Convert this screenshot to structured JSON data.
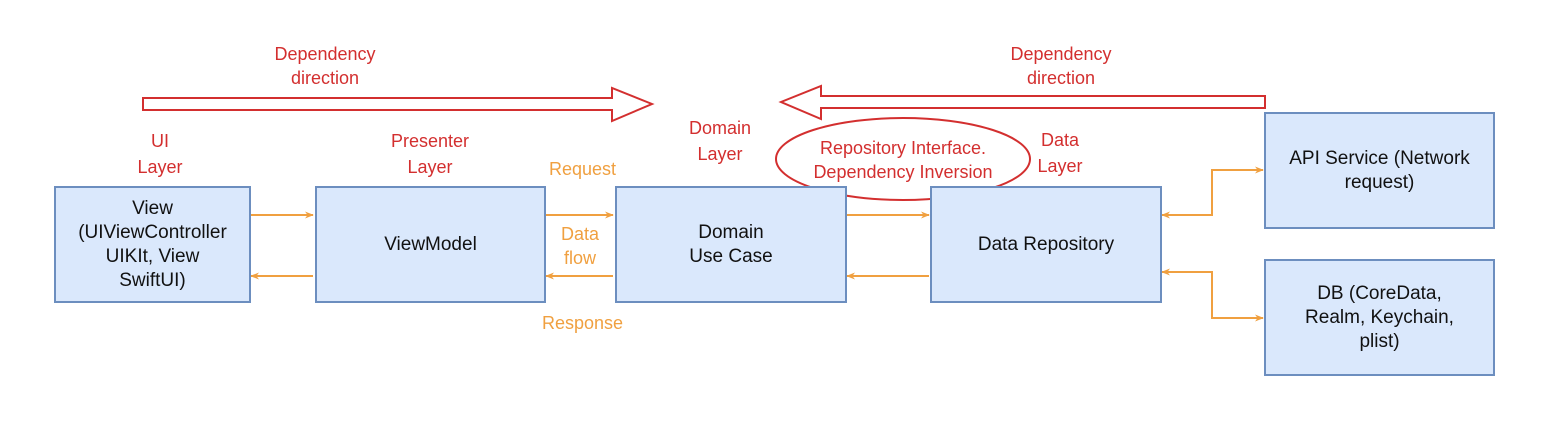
{
  "colors": {
    "box_fill": "#dae8fc",
    "box_border": "#6c8ebf",
    "flow": "#f0a040",
    "dependency": "#d32f2f"
  },
  "dependency_left": "Dependency\ndirection",
  "dependency_right": "Dependency\ndirection",
  "layers": {
    "ui": "UI\nLayer",
    "presenter": "Presenter\nLayer",
    "domain": "Domain\nLayer",
    "data": "Data\nLayer"
  },
  "repository_note": "Repository Interface.\nDependency Inversion",
  "flow_labels": {
    "request": "Request",
    "data_flow": "Data\nflow",
    "response": "Response"
  },
  "boxes": {
    "view": "View\n(UIViewController\nUIKIt, View\nSwiftUI)",
    "viewmodel": "ViewModel",
    "use_case": "Domain\nUse Case",
    "data_repository": "Data Repository",
    "api_service": "API Service (Network\nrequest)",
    "db": "DB (CoreData,\nRealm, Keychain,\nplist)"
  }
}
